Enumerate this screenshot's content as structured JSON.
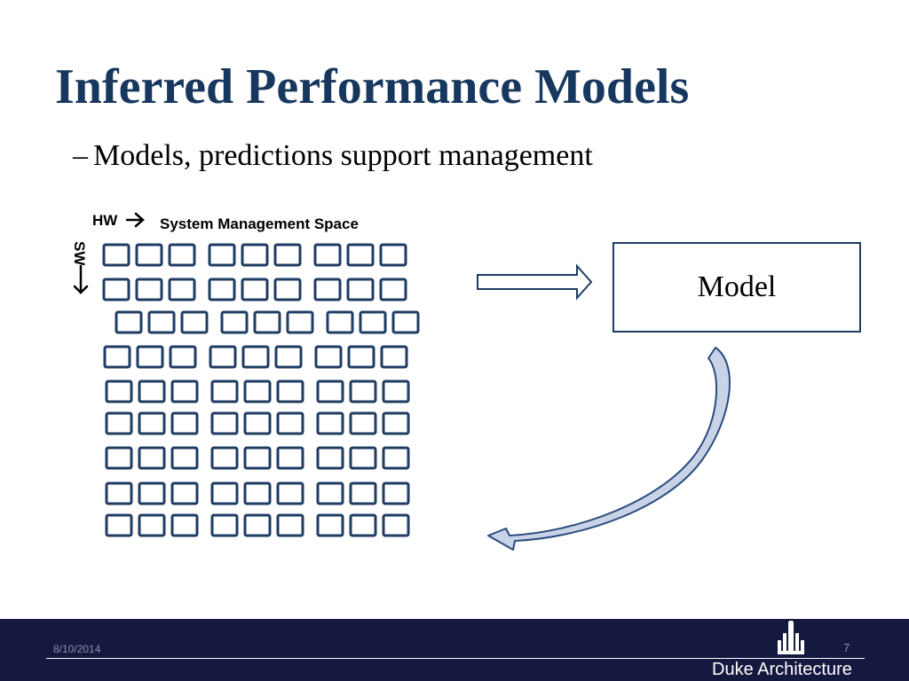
{
  "slide": {
    "title": "Inferred Performance Models",
    "bullet_marker": "–",
    "bullet_text": "Models, predictions support management"
  },
  "diagram": {
    "hw_label": "HW",
    "space_label": "System Management Space",
    "sw_label": "SW",
    "grid": {
      "rows": 9,
      "groups": 3,
      "cells_per_group": 3
    },
    "model_label": "Model",
    "stroke_color": "#1f3c63"
  },
  "footer": {
    "date": "8/10/2014",
    "page": "7",
    "brand": "Duke Architecture",
    "background": "#16193f"
  }
}
